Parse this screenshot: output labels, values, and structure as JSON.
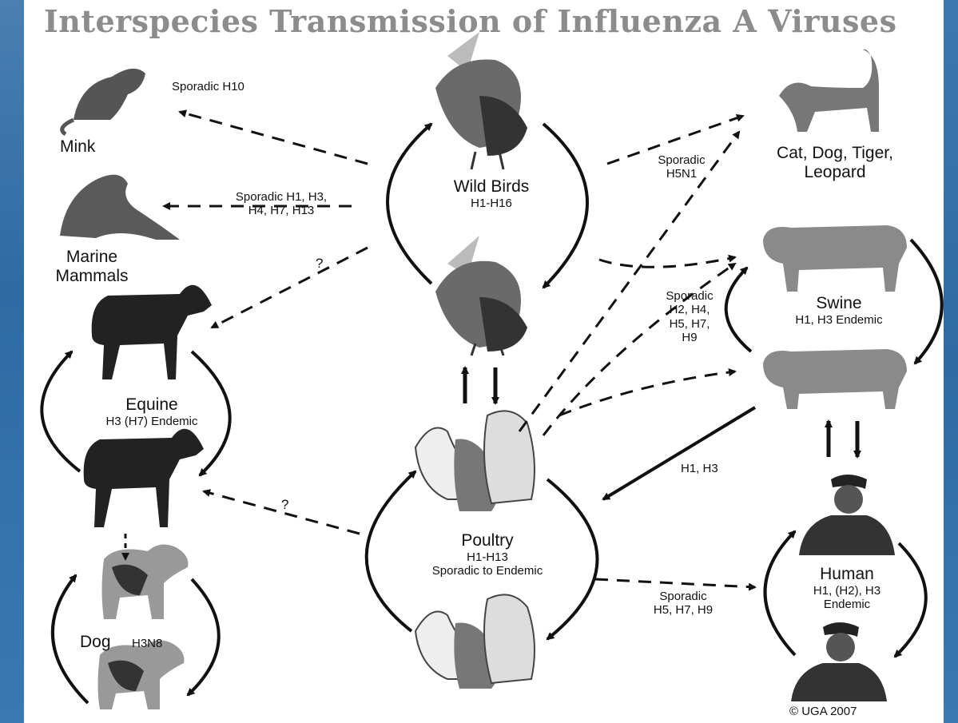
{
  "title": "Interspecies Transmission of Influenza A Viruses",
  "hosts": {
    "mink": {
      "name": "Mink"
    },
    "marine": {
      "line1": "Marine",
      "line2": "Mammals"
    },
    "wild_birds": {
      "name": "Wild Birds",
      "subtypes": "H1-H16"
    },
    "cat": {
      "line1": "Cat, Dog, Tiger,",
      "line2": "Leopard"
    },
    "swine": {
      "name": "Swine",
      "subtypes": "H1, H3 Endemic"
    },
    "equine": {
      "name": "Equine",
      "subtypes": "H3 (H7) Endemic"
    },
    "poultry": {
      "name": "Poultry",
      "subtypes": "H1-H13",
      "status": "Sporadic to Endemic"
    },
    "dog": {
      "name": "Dog",
      "subtypes": "H3N8"
    },
    "human": {
      "name": "Human",
      "subtypes": "H1, (H2), H3",
      "status": "Endemic"
    }
  },
  "routes": {
    "to_mink": "Sporadic H10",
    "to_marine_1": "Sporadic H1, H3,",
    "to_marine_2": "H4, H7, H13",
    "to_equine_q": "?",
    "poultry_equine_q": "?",
    "to_cat_1": "Sporadic",
    "to_cat_2": "H5N1",
    "to_swine_1": "Sporadic",
    "to_swine_2": "H2, H4,",
    "to_swine_3": "H5, H7,",
    "to_swine_4": "H9",
    "swine_poultry": "H1, H3",
    "to_human_1": "Sporadic",
    "to_human_2": "H5, H7, H9"
  },
  "credit": "© UGA 2007",
  "icons": [
    "mink-icon",
    "seal-icon",
    "bird-icon",
    "cat-icon",
    "pig-icon",
    "horse-icon",
    "poultry-icon",
    "dog-icon",
    "person-icon"
  ]
}
